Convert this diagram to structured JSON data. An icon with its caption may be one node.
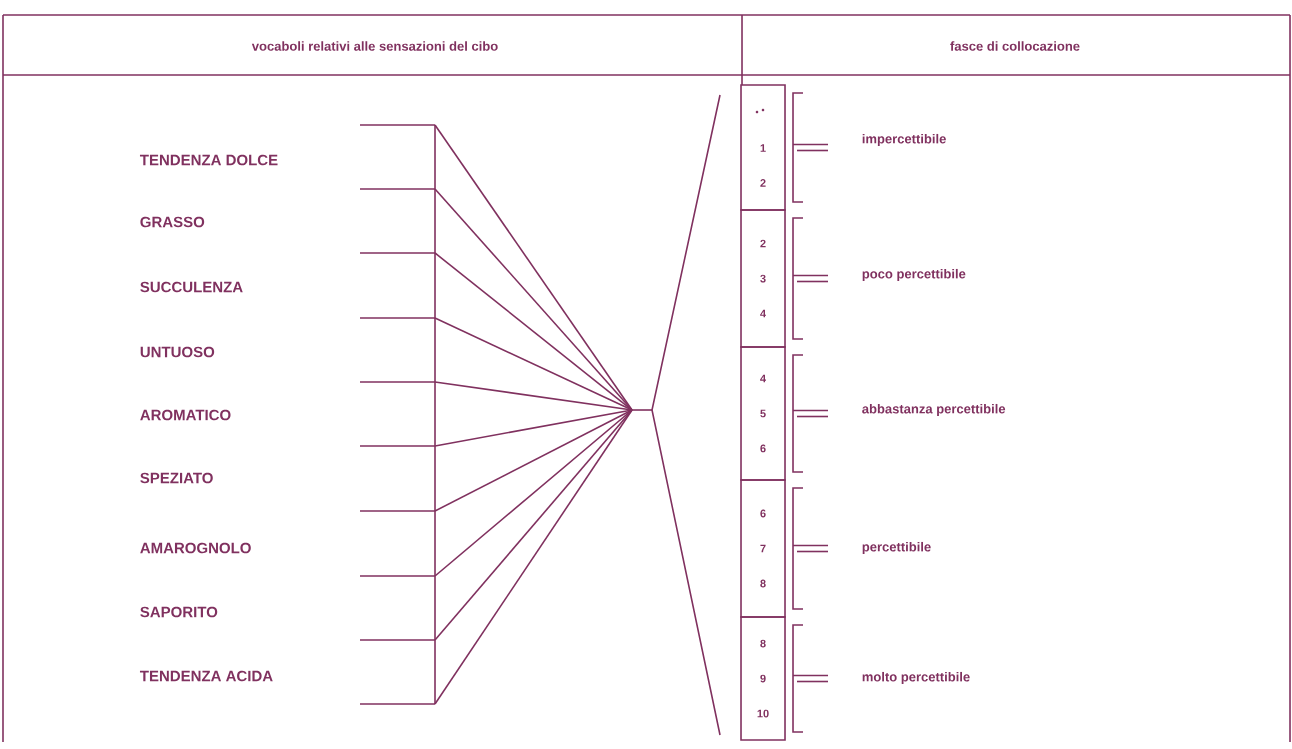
{
  "diagram": {
    "nodes": [
      {
        "text": [
          "1",
          "2"
        ]
      },
      {
        "text": [
          "2",
          "3",
          "4"
        ]
      },
      {
        "text": [
          "4",
          "5",
          "6"
        ]
      },
      {
        "text": [
          "6",
          "7",
          "8"
        ]
      },
      {
        "text": [
          "8",
          "9",
          "10"
        ]
      }
    ],
    "labels": [
      "vocaboli relativi alle sensazioni del cibo",
      "fasce di collocazione",
      "TENDENZA DOLCE",
      "GRASSO",
      "SUCCULENZA",
      "UNTUOSO",
      "AROMATICO",
      "SPEZIATO",
      "AMAROGNOLO",
      "SAPORITO",
      "TENDENZA ACIDA",
      "impercettibile",
      "poco percettibile",
      "abbastanza percettibile",
      "percettibile",
      "molto percettibile"
    ]
  }
}
